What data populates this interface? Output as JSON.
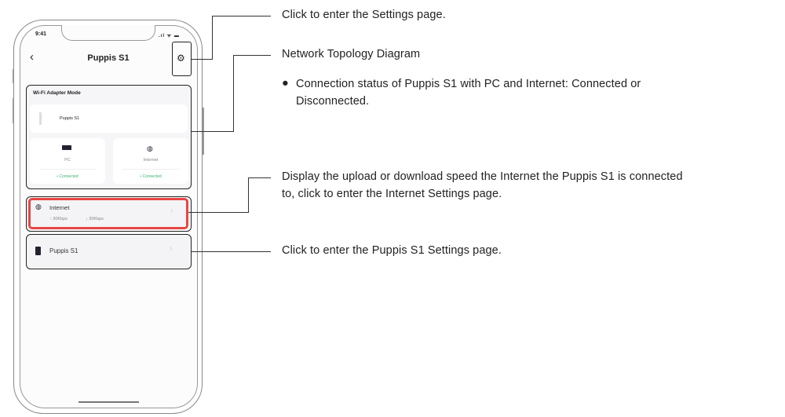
{
  "phone": {
    "time": "9:41",
    "title": "Puppis S1",
    "mode_title": "Wi-Fi Adapter Mode",
    "device_name": "Puppis S1",
    "nodes": [
      {
        "label": "PC",
        "status": "Connected",
        "icon": "monitor-icon"
      },
      {
        "label": "Internet",
        "status": "Connected",
        "icon": "globe-icon"
      }
    ],
    "internet_row": {
      "label": "Internet",
      "upload": "↑ 30Kbps",
      "download": "↓ 30Kbps"
    },
    "device_row": {
      "label": "Puppis S1"
    },
    "highlight_color": "#e84545",
    "status_color": "#3cb371"
  },
  "callouts": {
    "settings": "Click to enter the Settings page.",
    "topology": "Network Topology Diagram",
    "topology_bullet_1": "Connection status of Puppis S1 with PC and Internet: Connected or",
    "topology_bullet_2": "Disconnected.",
    "internet_1": "Display the upload or download speed the Internet the Puppis S1 is connected",
    "internet_2": "to, click to enter the Internet Settings page.",
    "device": "Click to enter the Puppis S1 Settings page."
  }
}
